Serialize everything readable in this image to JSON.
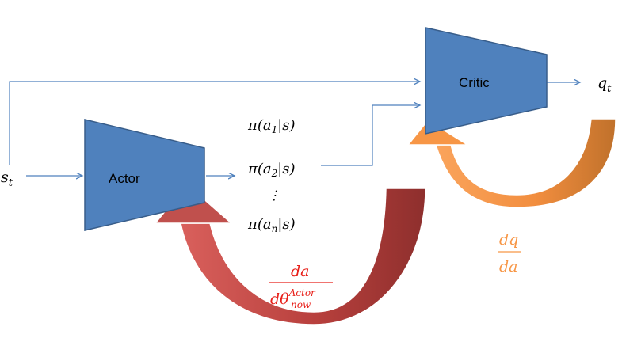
{
  "diagram": {
    "input_state": {
      "base": "s",
      "sub": "t"
    },
    "actor": {
      "label": "Actor"
    },
    "critic": {
      "label": "Critic"
    },
    "output_q": {
      "base": "q",
      "sub": "t"
    },
    "policy_outputs": [
      {
        "pre": "π(a",
        "sub": "1",
        "post": "|s)"
      },
      {
        "pre": "π(a",
        "sub": "2",
        "post": "|s)"
      },
      {
        "pre": "π(a",
        "sub": "n",
        "post": "|s)"
      }
    ],
    "ellipsis": "⋮",
    "actor_gradient": {
      "numerator": "da",
      "denominator_base": "dθ",
      "denominator_sup": "Actor",
      "denominator_sub": "now"
    },
    "critic_gradient": {
      "numerator": "dq",
      "denominator": "da"
    },
    "colors": {
      "box_fill": "#4F81BD",
      "box_stroke": "#385D8A",
      "line": "#4F81BD",
      "actor_arrow": "#C0504D",
      "actor_arrow_dark": "#943634",
      "actor_text": "#E8201A",
      "critic_arrow": "#F79646",
      "critic_arrow_dark": "#C0712B",
      "critic_text": "#F79646"
    }
  }
}
